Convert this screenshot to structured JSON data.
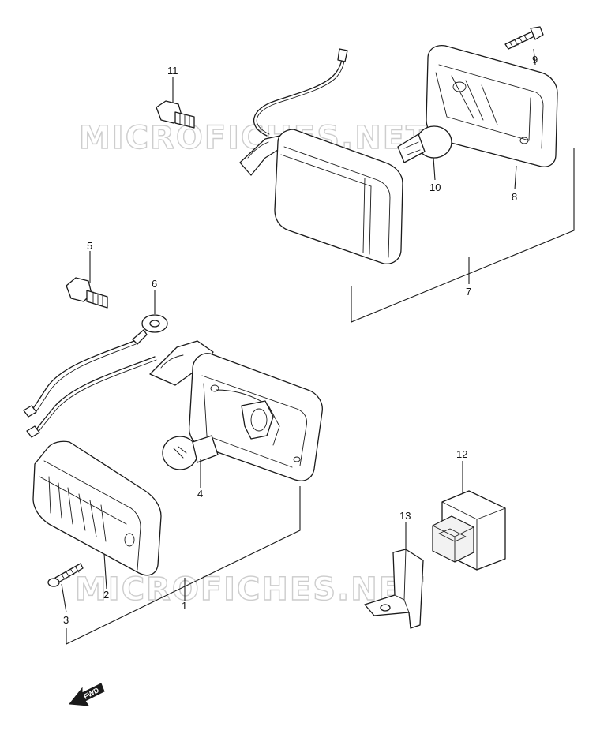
{
  "watermark": "MICROFICHES.NET",
  "fwd_label": "FWD",
  "callouts": {
    "c1": "1",
    "c2": "2",
    "c3": "3",
    "c4": "4",
    "c5": "5",
    "c6": "6",
    "c7": "7",
    "c8": "8",
    "c9": "9",
    "c10": "10",
    "c11": "11",
    "c12": "12",
    "c13": "13"
  },
  "icons": {
    "fwd_arrow": "forward-direction-arrow"
  }
}
